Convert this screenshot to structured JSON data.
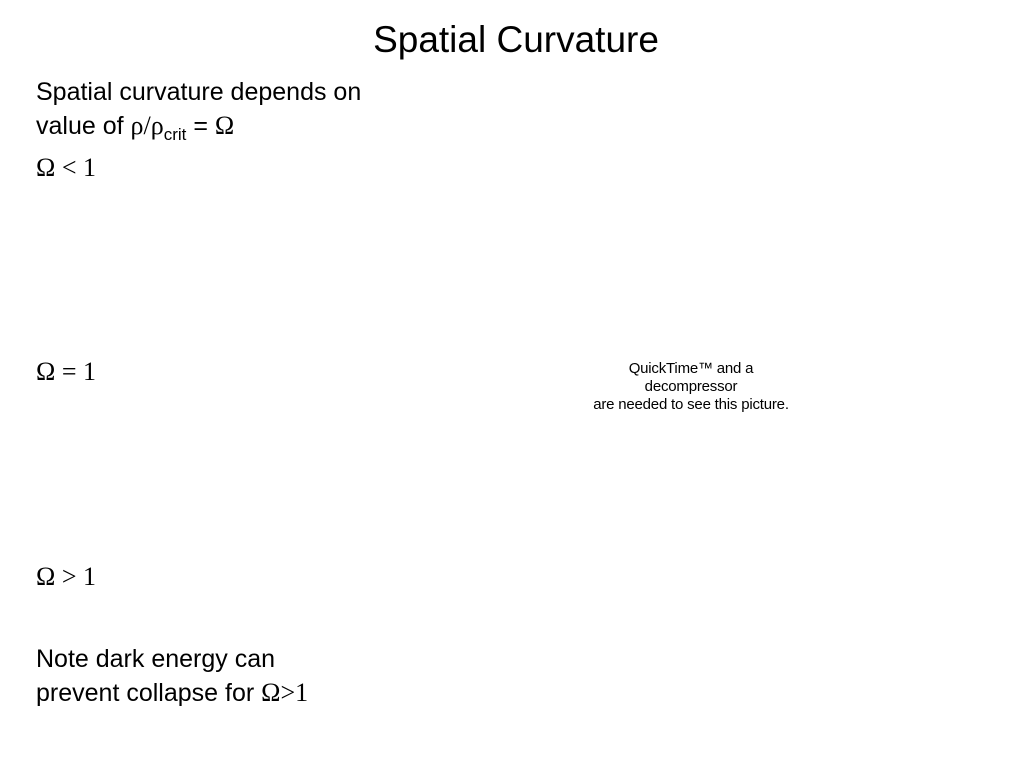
{
  "slide": {
    "title": "Spatial Curvature",
    "intro": {
      "line1": "Spatial curvature depends on",
      "line2_prefix": "value of ",
      "rho1": "ρ",
      "slash": "/",
      "rho2": "ρ",
      "crit": "crit",
      "equals": " = ",
      "omega": "Ω"
    },
    "cases": [
      {
        "label": "Ω < 1"
      },
      {
        "label": "Ω = 1"
      },
      {
        "label": "Ω > 1"
      }
    ],
    "note": {
      "line1": "Note dark energy can",
      "line2_prefix": "prevent collapse for ",
      "condition": "Ω>1"
    }
  },
  "placeholder": {
    "line1": "QuickTime™ and a",
    "line2": "decompressor",
    "line3": "are needed to see this picture."
  }
}
